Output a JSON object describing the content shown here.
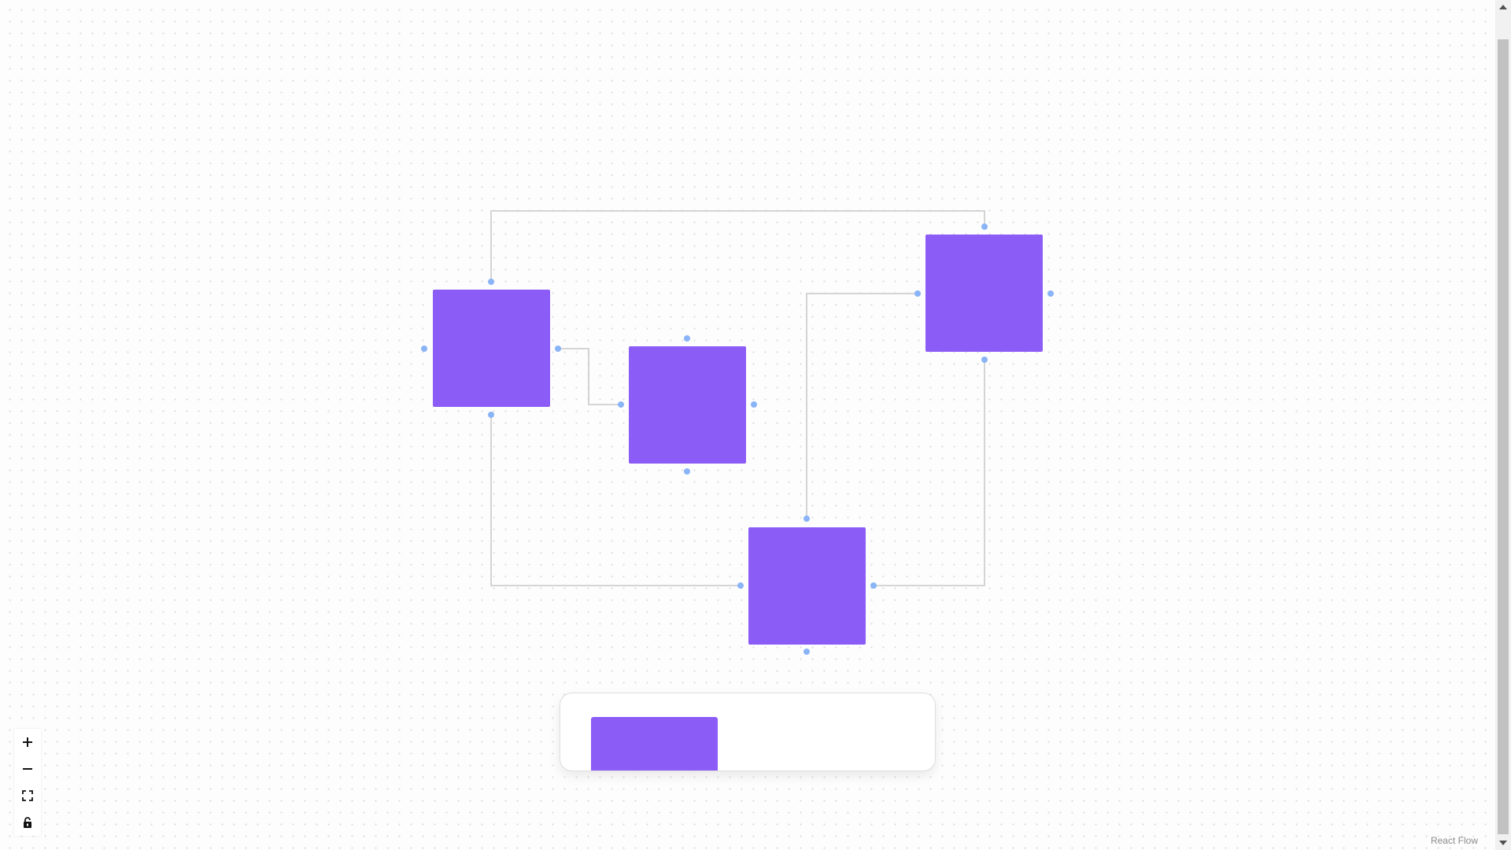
{
  "flow": {
    "nodes": [
      {
        "id": "node-1"
      },
      {
        "id": "node-2"
      },
      {
        "id": "node-3"
      },
      {
        "id": "node-4"
      }
    ],
    "edges": [
      {
        "from": "node-1",
        "to": "node-2"
      },
      {
        "from": "node-1",
        "to": "node-3"
      },
      {
        "from": "node-1",
        "to": "node-4"
      },
      {
        "from": "node-4",
        "to": "node-3"
      },
      {
        "from": "node-3",
        "to": "node-4"
      }
    ],
    "colors": {
      "node": "#8b5cf6",
      "handle": "#8ab4f8",
      "edge": "#cfcfcf"
    }
  },
  "controls": [
    {
      "name": "zoom-in-button",
      "icon": "plus-icon"
    },
    {
      "name": "zoom-out-button",
      "icon": "minus-icon"
    },
    {
      "name": "fit-view-button",
      "icon": "fit-view-icon"
    },
    {
      "name": "lock-button",
      "icon": "lock-icon"
    }
  ],
  "attribution": {
    "label": "React Flow"
  },
  "scrollbar": {
    "up_icon": "arrow-up-icon",
    "down_icon": "arrow-down-icon"
  }
}
